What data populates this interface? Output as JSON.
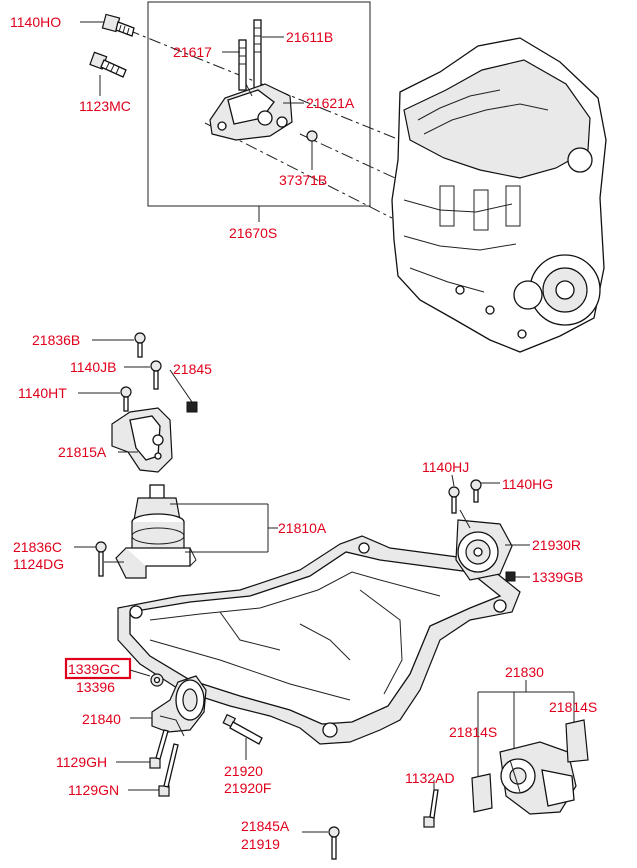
{
  "labels": {
    "l1140ho": "1140HO",
    "l1123mc": "1123MC",
    "l21617": "21617",
    "l21611b": "21611B",
    "l21621a": "21621A",
    "l37371b": "37371B",
    "l21670s": "21670S",
    "l21836b": "21836B",
    "l1140jb": "1140JB",
    "l21845": "21845",
    "l1140ht": "1140HT",
    "l21815a": "21815A",
    "l21810a": "21810A",
    "l21836c": "21836C",
    "l1124dg": "1124DG",
    "l1140hj": "1140HJ",
    "l1140hg": "1140HG",
    "l21930r": "21930R",
    "l1339gb": "1339GB",
    "l1339gc": "1339GC",
    "l13396": "13396",
    "l21840": "21840",
    "l1129gh": "1129GH",
    "l1129gn": "1129GN",
    "l21920": "21920",
    "l21920f": "21920F",
    "l21830": "21830",
    "l21814s_left": "21814S",
    "l21814s_right": "21814S",
    "l1132ad": "1132AD",
    "l21845a": "21845A",
    "l21919": "21919"
  },
  "highlighted_part": "1339GC",
  "colors": {
    "label": "#e0001b",
    "highlight_box": "#e0001b",
    "line": "#222222"
  }
}
